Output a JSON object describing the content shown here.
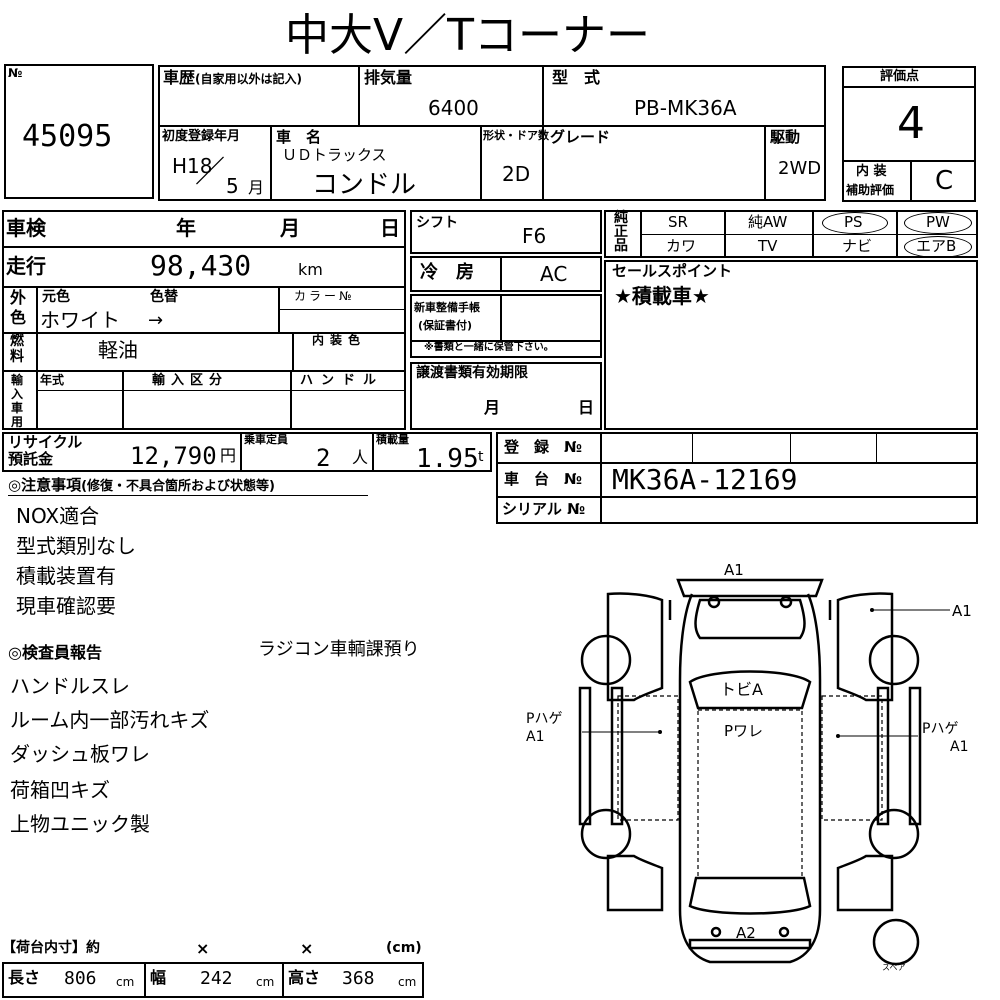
{
  "title": "中大V／Tコーナー",
  "lot": {
    "label": "№",
    "number": "45095"
  },
  "history": {
    "label": "車歴",
    "note": "(自家用以外は記入)"
  },
  "displacement": {
    "label": "排気量",
    "value": "6400"
  },
  "model_type": {
    "label": "型　式",
    "value": "PB-MK36A"
  },
  "score": {
    "label": "評価点",
    "value": "4",
    "interior_label_1": "内 装",
    "interior_label_2": "補助評価",
    "interior_value": "C"
  },
  "first_reg": {
    "label": "初度登録年月",
    "era": "H18",
    "slash": "／",
    "month": "5",
    "month_unit": "月"
  },
  "car_name": {
    "label": "車　名",
    "maker": "ＵＤトラックス",
    "name": "コンドル"
  },
  "body_doors": {
    "label": "形状・ドア数",
    "value": "2D"
  },
  "grade": {
    "label": "グレード"
  },
  "drive": {
    "label": "駆動",
    "value": "2WD"
  },
  "inspection": {
    "label": "車検",
    "year": "年",
    "month": "月",
    "day": "日"
  },
  "mileage": {
    "label": "走行",
    "value": "98,430",
    "unit": "km"
  },
  "color": {
    "side_1": "外",
    "side_2": "色",
    "orig_label": "元色",
    "change_label": "色替",
    "code_label": "カラー№",
    "value": "ホワイト",
    "arrow": "→"
  },
  "fuel": {
    "side_1": "燃",
    "side_2": "料",
    "value": "軽油",
    "interior_label": "内装色"
  },
  "import": {
    "side": [
      "輸",
      "入",
      "車",
      "用"
    ],
    "year_label": "年式",
    "class_label": "輸入区分",
    "handle_label": "ハンドル"
  },
  "shift": {
    "label": "シフト",
    "value": "F6"
  },
  "aircon": {
    "label": "冷　房",
    "value": "AC"
  },
  "warranty": {
    "label_1": "新車整備手帳",
    "label_2": "(保証書付)",
    "note": "※書類と一緒に保管下さい。"
  },
  "transfer": {
    "label": "譲渡書類有効期限",
    "month": "月",
    "day": "日"
  },
  "genuine": {
    "side": [
      "純",
      "正",
      "品"
    ],
    "row1": [
      "SR",
      "純AW",
      "PS",
      "PW"
    ],
    "row2": [
      "カワ",
      "TV",
      "ナビ",
      "エアB"
    ]
  },
  "sales_point": {
    "label": "セールスポイント",
    "value": "★積載車★"
  },
  "recycle": {
    "label_1": "リサイクル",
    "label_2": "預託金",
    "value": "12,790",
    "unit": "円"
  },
  "capacity": {
    "label": "乗車定員",
    "value": "2",
    "unit": "人"
  },
  "load": {
    "label": "積載量",
    "value": "1.95",
    "unit": "t"
  },
  "registration": {
    "label": "登　録　№"
  },
  "chassis": {
    "label": "車　台　№",
    "value": "MK36A-12169"
  },
  "serial": {
    "label": "シリアル №"
  },
  "notes": {
    "heading": "◎注意事項",
    "sub": "(修復・不具合箇所および状態等)",
    "items": [
      "NOX適合",
      "型式類別なし",
      "積載装置有",
      "現車確認要"
    ]
  },
  "inspector": {
    "heading": "◎検査員報告",
    "side_note": "ラジコン車輌課預り",
    "items": [
      "ハンドルスレ",
      "ルーム内一部汚れキズ",
      "ダッシュ板ワレ",
      "荷箱凹キズ",
      "上物ユニック製"
    ]
  },
  "diagram": {
    "front": "A1",
    "right_door": "A1",
    "roof": "トビA",
    "center": "Pワレ",
    "left_1": "Pハゲ",
    "left_2": "A1",
    "right_1": "Pハゲ",
    "right_2": "A1",
    "rear": "A2",
    "spare": "スペア"
  },
  "cargo": {
    "heading": "【荷台内寸】約",
    "x1": "×",
    "x2": "×",
    "unit": "(cm)",
    "length_label": "長さ",
    "length": "806",
    "width_label": "幅",
    "width": "242",
    "height_label": "高さ",
    "height": "368",
    "cm": "cm"
  }
}
